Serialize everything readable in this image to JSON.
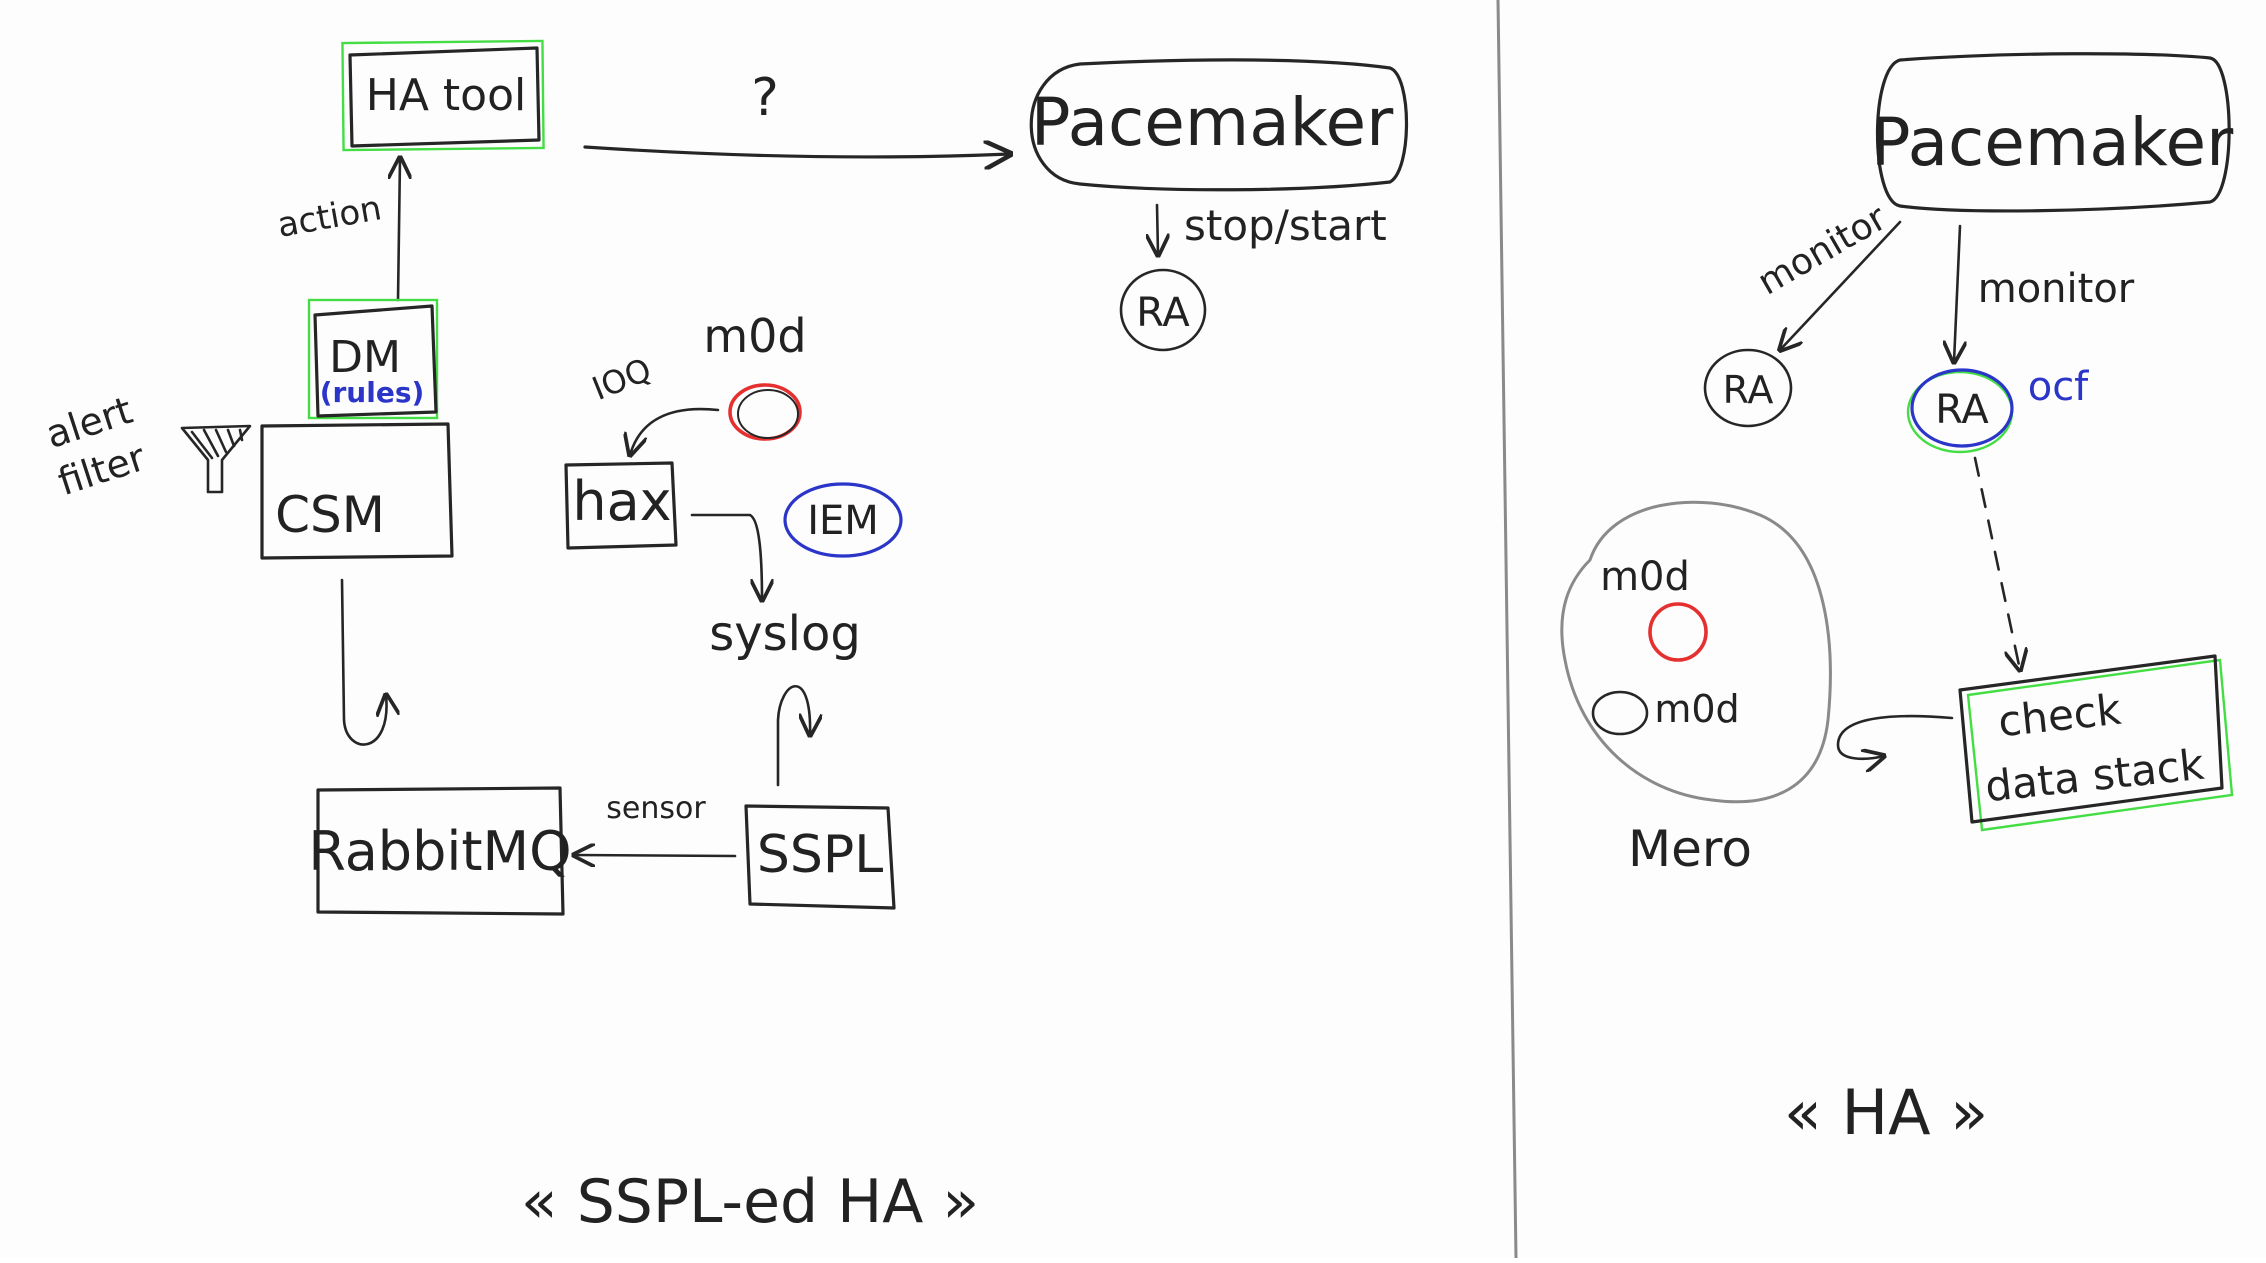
{
  "left": {
    "ha_tool": "HA tool",
    "question": "?",
    "pacemaker": "Pacemaker",
    "stop_start": "stop/start",
    "ra": "RA",
    "action": "action",
    "dm": "DM",
    "rules": "(rules)",
    "alert": "alert",
    "filter": "filter",
    "csm": "CSM",
    "ioq": "IOQ",
    "mod": "m0d",
    "hax": "hax",
    "iem": "IEM",
    "syslog": "syslog",
    "sensor": "sensor",
    "rabbitmq": "RabbitMQ",
    "sspl": "SSPL",
    "caption": "« SSPL-ed  HA »"
  },
  "right": {
    "pacemaker": "Pacemaker",
    "monitor_left": "monitor",
    "monitor_right": "monitor",
    "ra_left": "RA",
    "ra_ocf": "RA",
    "ocf": "ocf",
    "mod_top": "m0d",
    "mod_bottom": "m0d",
    "check_line1": "check",
    "check_line2": "data stack",
    "mero": "Mero",
    "caption": "« HA »"
  },
  "colors": {
    "ink": "#262626",
    "green_highlight": "#44dd44",
    "blue_highlight": "#2b36c9",
    "red_marker": "#e53030",
    "grey_outline": "#8a8a8a"
  }
}
